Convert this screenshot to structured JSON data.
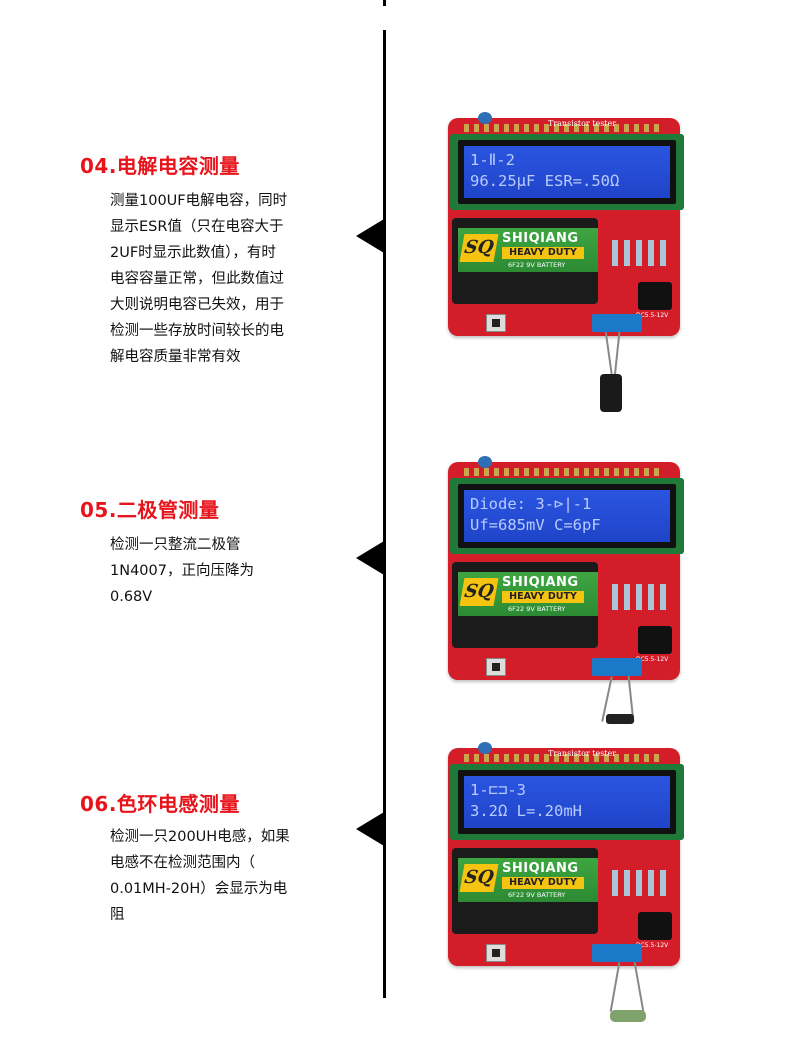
{
  "sections": [
    {
      "title": "04.电解电容测量",
      "desc": "测量100UF电解电容，同时\n显示ESR值（只在电容大于\n2UF时显示此数值），有时\n电容容量正常，但此数值过\n大则说明电容已失效，用于\n检测一些存放时间较长的电\n解电容质量非常有效",
      "lcd_line1": "1-Ⅱ-2",
      "lcd_line2": "96.25μF ESR=.50Ω"
    },
    {
      "title": "05.二极管测量",
      "desc": "检测一只整流二极管\n1N4007，正向压降为\n0.68V",
      "lcd_line1": "Diode: 3-⊳|-1",
      "lcd_line2": "Uf=685mV C=6pF"
    },
    {
      "title": "06.色环电感测量",
      "desc": "检测一只200UH电感，如果\n电感不在检测范围内（\n0.01MH-20H）会显示为电\n阻",
      "lcd_line1": "1-⊏⊐-3",
      "lcd_line2": "3.2Ω L=.20mH"
    }
  ],
  "device": {
    "pcb_title": "Transistor tester",
    "battery_logo": "SQ",
    "battery_brand": "SHIQIANG",
    "battery_duty": "HEAVY DUTY",
    "battery_spec": "6F22 9V BATTERY",
    "jack_label": "DC5.5-12V"
  },
  "colors": {
    "title_red": "#e8141b",
    "pcb_red": "#d31e2a",
    "lcd_blue": "#2b55e0"
  }
}
